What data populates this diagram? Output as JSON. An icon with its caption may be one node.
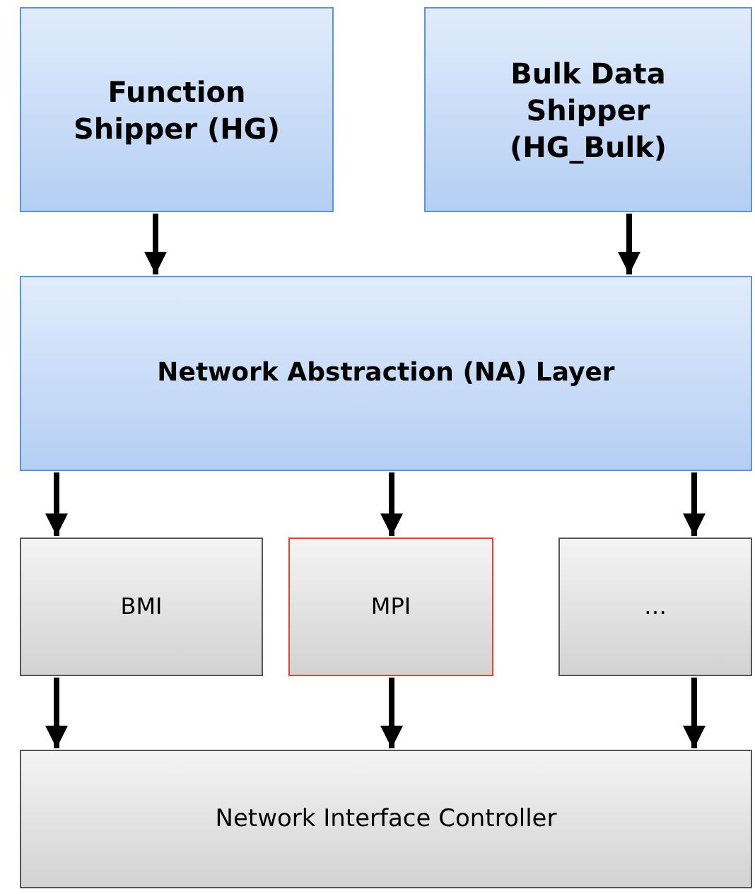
{
  "diagram": {
    "nodes": [
      {
        "text": [
          "Function Shipper (HG)"
        ]
      },
      {
        "text": [
          "Bulk Data Shipper (HG_Bulk)"
        ]
      },
      {
        "text": [
          "Network Abstraction (NA) Layer"
        ]
      },
      {
        "text": [
          "BMI"
        ]
      },
      {
        "text": [
          "MPI"
        ]
      },
      {
        "text": [
          "…"
        ]
      },
      {
        "text": [
          "Network Interface Controller"
        ]
      }
    ],
    "edges": [
      {
        "from": 0,
        "to": 2,
        "arrow": "to"
      },
      {
        "from": 1,
        "to": 2,
        "arrow": "to"
      },
      {
        "from": 2,
        "to": 3,
        "arrow": "to"
      },
      {
        "from": 2,
        "to": 4,
        "arrow": "to"
      },
      {
        "from": 2,
        "to": 5,
        "arrow": "to"
      },
      {
        "from": 3,
        "to": 6,
        "arrow": "to"
      },
      {
        "from": 4,
        "to": 6,
        "arrow": "to"
      },
      {
        "from": 5,
        "to": 6,
        "arrow": "to"
      }
    ]
  }
}
